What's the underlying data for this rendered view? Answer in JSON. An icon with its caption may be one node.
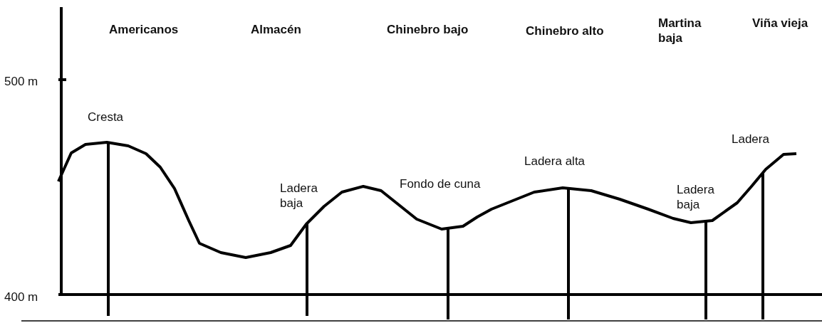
{
  "diagram": {
    "labels": [
      "Americanos",
      "Almacén",
      "Chinebro bajo",
      "Chinebro alto",
      "Martina baja",
      "Viña vieja",
      "500 m",
      "Cresta",
      "Ladera",
      "Ladera alta",
      "Fondo de cuna",
      "Ladera baja",
      "Ladera baja",
      "400 m"
    ]
  }
}
